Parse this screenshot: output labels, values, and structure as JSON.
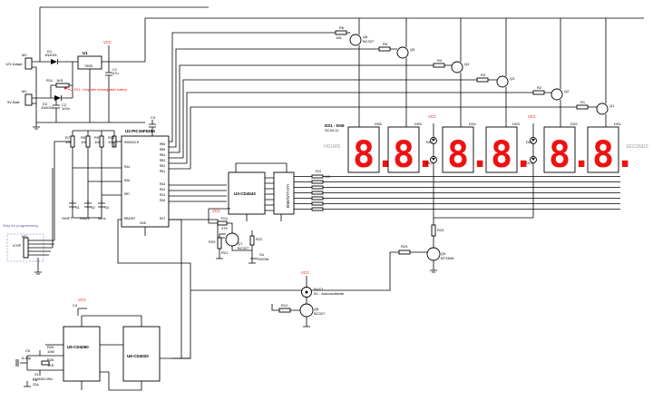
{
  "power": {
    "m2_ref": "M2",
    "m2_label": "12V Adapt.",
    "m1_ref": "M1",
    "m1_label": "9V Batt.",
    "d1_ref": "D1",
    "d1_part": "1N4001",
    "d2_ref": "D2",
    "d2_part": "1N4001",
    "u1_ref": "U1",
    "u1_part": "7805",
    "c1_ref": "C1",
    "c1_val": "47u",
    "r11_ref": "R11",
    "r11_val": "1K5",
    "c2_ref": "C2",
    "c2_val": "100n",
    "note": "R11 : Only with rechargeable battery"
  },
  "mcu": {
    "ref": "U2-PIC16F628A",
    "c3_ref": "C3",
    "pins_left": [
      "RA5/MCLR",
      "RA4",
      "RA6",
      "RB7",
      "RB0/INT"
    ],
    "pins_right": [
      "RB6",
      "RB5",
      "RB4",
      "RB3",
      "RB2",
      "RB1",
      "RA3",
      "RA2",
      "RA1",
      "RA0",
      "RA7"
    ],
    "gnd": "GND",
    "resistors": [
      "R7",
      "R8",
      "R9",
      "R10"
    ],
    "resistor_vals": [
      "10k",
      "10k",
      "10k",
      "10k"
    ],
    "switches": [
      "S1",
      "S2",
      "S3"
    ],
    "switch_labels": [
      "SHIFT",
      "Hours",
      "Mins"
    ],
    "icsp_note": "Only for programming",
    "icsp_ref": "M3",
    "icsp_label": "ICSP"
  },
  "decoder": {
    "ref": "U3-CD4543",
    "driver_ref": "U4-ULN2003",
    "seg_resistors": [
      "R13",
      "R14",
      "R15",
      "R16",
      "R17",
      "R18",
      "R19"
    ],
    "seg_val": "1K5"
  },
  "transistors": {
    "digit_refs": [
      "Q6",
      "Q5",
      "Q4",
      "Q3",
      "Q2",
      "Q1"
    ],
    "digit_part": "BC327",
    "digit_res": [
      "R6",
      "R5",
      "R4",
      "R3",
      "R2",
      "R1"
    ],
    "digit_res_val": "10k",
    "q7_ref": "Q7",
    "q7_part": "BC327",
    "q8_ref": "Q8",
    "q8_part": "BC327",
    "q9_ref": "Q9",
    "q9_part": "BTS608",
    "r11b_ref": "R11",
    "r11b_val": "47K",
    "r12_ref": "R12",
    "r20_ref": "R20",
    "r21_ref": "R21",
    "r22_ref": "R22",
    "r23_ref": "R23",
    "r24_ref": "R24",
    "s4_ref": "S4",
    "s4_label": "SHOW"
  },
  "display": {
    "header": "DS1 - DS6",
    "part": "SC40-11",
    "digit_refs": [
      "DS6",
      "DS5",
      "DS4",
      "DS3",
      "DS2",
      "DS1"
    ],
    "digit_value": "8.",
    "hours_label": "HOURS",
    "seconds_label": "SECONDS",
    "colon_leds": [
      "DL1",
      "DL2",
      "DL3",
      "DL4"
    ]
  },
  "buzzer": {
    "ref": "BUZ1",
    "label": "5V - Autooscillante"
  },
  "timebase": {
    "osc_ref": "U5-CD4060",
    "div_ref": "U6-CD4020",
    "c4_ref": "C4",
    "c5_ref": "C5",
    "c5_val": "6-30p",
    "c6_ref": "C6",
    "c6_val": "22p",
    "r25_ref": "R25",
    "r25_val": "10M",
    "r26_ref": "R26",
    "r26_val": "1K5",
    "x1_ref": "X1",
    "x1_val": "4.194304 MHz"
  },
  "vcc_label": "VCC",
  "colors": {
    "wire": "#000000",
    "vcc": "#e11111",
    "segment": "#e11111",
    "label_gray": "#999999"
  }
}
